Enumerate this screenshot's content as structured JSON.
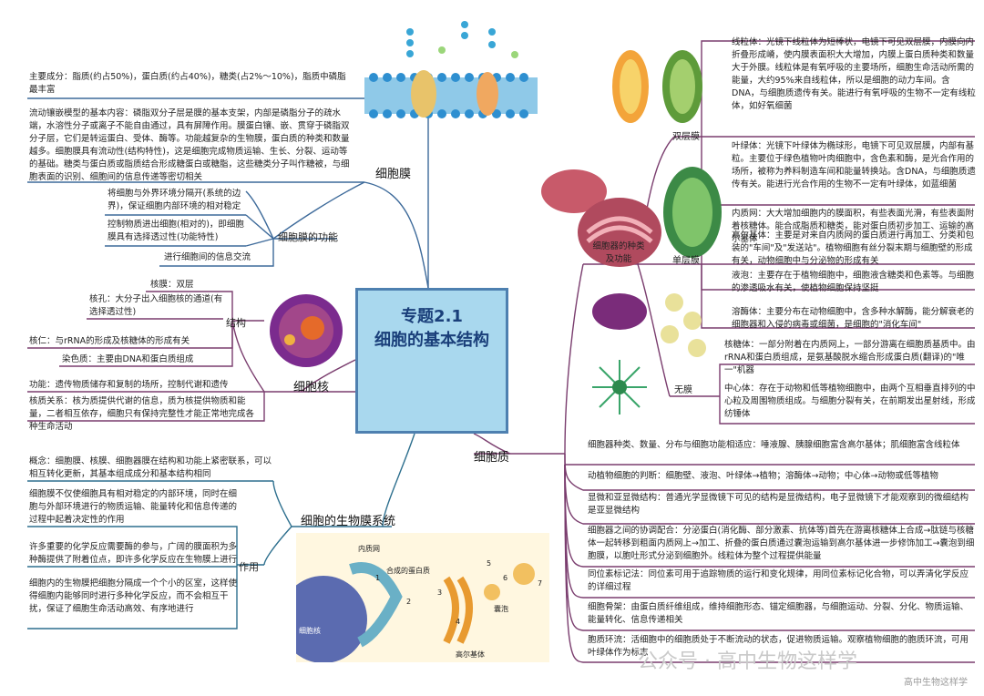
{
  "center": {
    "line1": "专题2.1",
    "line2": "细胞的基本结构"
  },
  "branches": {
    "membrane": "细胞膜",
    "nucleus": "细胞核",
    "biomembrane": "细胞的生物膜系统",
    "cytoplasm": "细胞质"
  },
  "membrane": {
    "composition": "主要成分：脂质(约占50%)，蛋白质(约占40%)，糖类(占2%～10%)，脂质中磷脂最丰富",
    "model": "流动镶嵌模型的基本内容：磷脂双分子层是膜的基本支架，内部是磷脂分子的疏水端，水溶性分子或离子不能自由通过，具有屏障作用。膜蛋白镶、嵌、贯穿于磷脂双分子层，它们是转运蛋白、受体、酶等。功能越复杂的生物膜，蛋白质的种类和数量越多。细胞膜具有流动性(结构特性)，这是细胞完成物质运输、生长、分裂、运动等的基础。糖类与蛋白质或脂质结合形成糖蛋白或糖脂，这些糖类分子叫作糖被，与细胞表面的识别、细胞间的信息传递等密切相关",
    "function_label": "细胞膜的功能",
    "functions": [
      "将细胞与外界环境分隔开(系统的边界)，保证细胞内部环境的相对稳定",
      "控制物质进出细胞(相对的)，即细胞膜具有选择透过性(功能特性)",
      "进行细胞间的信息交流"
    ]
  },
  "nucleus": {
    "structure_label": "结构",
    "envelope": "核膜：双层",
    "pore": "核孔：大分子出入细胞核的通道(有选择透过性)",
    "nucleolus": "核仁：与rRNA的形成及核糖体的形成有关",
    "chromatin": "染色质：主要由DNA和蛋白质组成",
    "function": "功能：遗传物质储存和复制的场所，控制代谢和遗传",
    "relation": "核质关系：核为质提供代谢的信息，质为核提供物质和能量，二者相互依存，细胞只有保持完整性才能正常地完成各种生命活动"
  },
  "biomembrane": {
    "concept": "概念：细胞膜、核膜、细胞器膜在结构和功能上紧密联系，可以相互转化更新，其基本组成成分和基本结构相同",
    "role_label": "作用",
    "roles": [
      "细胞膜不仅使细胞具有相对稳定的内部环境，同时在细胞与外部环境进行的物质运输、能量转化和信息传递的过程中起着决定性的作用",
      "许多重要的化学反应需要酶的参与，广阔的膜面积为多种酶提供了附着位点，即许多化学反应在生物膜上进行",
      "细胞内的生物膜把细胞分隔成一个个小的区室，这样使得细胞内能够同时进行多种化学反应，而不会相互干扰，保证了细胞生命活动高效、有序地进行"
    ],
    "diagram_labels": {
      "er": "内质网",
      "protein": "合成的蛋白质",
      "golgi": "高尔基体",
      "vesicle": "囊泡",
      "nucleus": "细胞核",
      "steps": [
        "1",
        "2",
        "3",
        "4",
        "5",
        "6",
        "7"
      ]
    }
  },
  "cytoplasm": {
    "organelles_label": "细胞器的种类及功能",
    "double_label": "双层膜",
    "single_label": "单层膜",
    "none_label": "无膜",
    "mitochondria": "线粒体：光镜下线粒体为短棒状，电镜下可见双层膜，内膜向内折叠形成嵴，使内膜表面积大大增加，内膜上蛋白质种类和数量大于外膜。线粒体是有氧呼吸的主要场所，细胞生命活动所需的能量，大约95%来自线粒体，所以是细胞的动力车间。含DNA，与细胞质遗传有关。能进行有氧呼吸的生物不一定有线粒体，如好氧细菌",
    "chloroplast": "叶绿体：光镜下叶绿体为椭球形，电镜下可见双层膜，内部有基粒。主要位于绿色植物叶肉细胞中，含色素和酶，是光合作用的场所，被称为养料制造车间和能量转换站。含DNA，与细胞质遗传有关。能进行光合作用的生物不一定有叶绿体，如蓝细菌",
    "er": "内质网：大大增加细胞内的膜面积，有些表面光滑，有些表面附着核糖体。能合成脂质和糖类，能对蛋白质初步加工、运输的高尔基体",
    "golgi": "高尔基体：主要是对来自内质网的蛋白质进行再加工、分类和包装的\"车间\"及\"发送站\"。植物细胞有丝分裂末期与细胞壁的形成有关，动物细胞中与分泌物的形成有关",
    "vacuole": "液泡：主要存在于植物细胞中，细胞液含糖类和色素等。与细胞的渗透吸水有关，使植物细胞保持坚挺",
    "lysosome": "溶酶体：主要分布在动物细胞中，含多种水解酶，能分解衰老的细胞器和入侵的病毒或细菌，是细胞的\"消化车间\"",
    "ribosome": "核糖体：一部分附着在内质网上，一部分游离在细胞质基质中。由rRNA和蛋白质组成，是氨基酸脱水缩合形成蛋白质(翻译)的\"唯一\"机器",
    "centrosome": "中心体：存在于动物和低等植物细胞中，由两个互相垂直排列的中心粒及周围物质组成。与细胞分裂有关，在前期发出星射线，形成纺锤体",
    "notes": [
      "细胞器种类、数量、分布与细胞功能相适应：唾液腺、胰腺细胞富含高尔基体；肌细胞富含线粒体",
      "动植物细胞的判断：细胞壁、液泡、叶绿体→植物；溶酶体→动物；中心体→动物或低等植物",
      "显微和亚显微结构：普通光学显微镜下可见的结构是显微结构，电子显微镜下才能观察到的微细结构是亚显微结构",
      "细胞器之间的协调配合：分泌蛋白(消化酶、部分激素、抗体等)首先在游离核糖体上合成→肽链与核糖体一起转移到粗面内质网上→加工、折叠的蛋白质通过囊泡运输到高尔基体进一步修饰加工→囊泡到细胞膜，以胞吐形式分泌到细胞外。线粒体为整个过程提供能量",
      "同位素标记法：同位素可用于追踪物质的运行和变化规律，用同位素标记化合物，可以弄清化学反应的详细过程",
      "细胞骨架：由蛋白质纤维组成，维持细胞形态、锚定细胞器，与细胞运动、分裂、分化、物质运输、能量转化、信息传递相关",
      "胞质环流：活细胞中的细胞质处于不断流动的状态，促进物质运输。观察植物细胞的胞质环流，可用叶绿体作为标志"
    ]
  },
  "watermark": {
    "main": "公众号 · 高中生物这样学",
    "small": "高中生物这样学"
  },
  "colors": {
    "line_blue": "#3d6a9a",
    "line_purple": "#7a3d6e",
    "line_teal": "#2d6f8e",
    "center_fill": "#a9d8ee",
    "center_border": "#4e80b0",
    "title": "#1a3f7a"
  }
}
